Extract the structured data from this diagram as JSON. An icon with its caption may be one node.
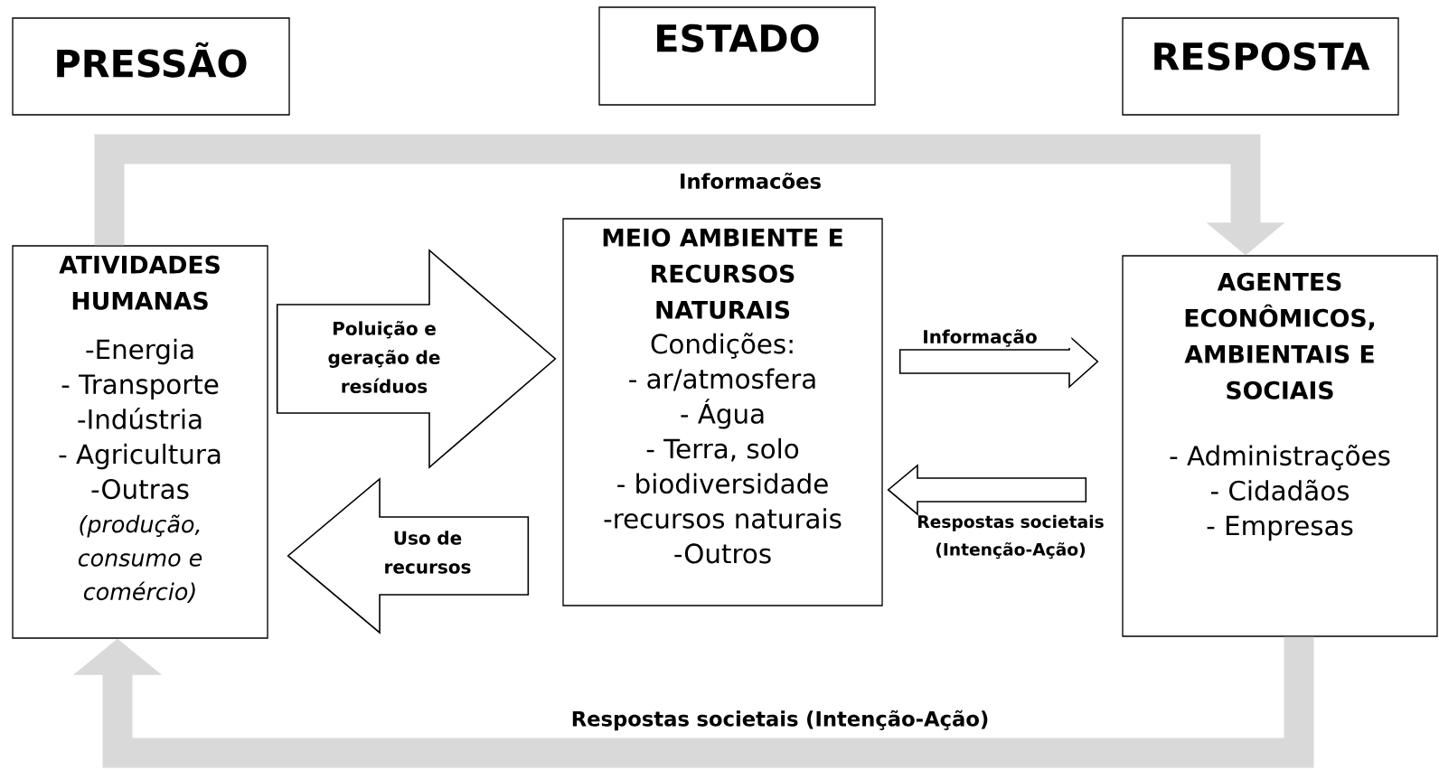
{
  "diagram": {
    "nodes": [
      {
        "text": [
          "PRESSÃO"
        ]
      },
      {
        "text": [
          "ESTADO"
        ]
      },
      {
        "text": [
          "RESPOSTA"
        ]
      },
      {
        "text": [
          "ATIVIDADES HUMANAS",
          "-Energia",
          "- Transporte",
          "-Indústria",
          "- Agricultura",
          "-Outras",
          "(produção, consumo e comércio)"
        ]
      },
      {
        "text": [
          "MEIO AMBIENTE E RECURSOS NATURAIS",
          "Condições:",
          "- ar/atmosfera",
          "- Água",
          "- Terra, solo",
          "- biodiversidade",
          "-recursos naturais",
          "-Outros"
        ]
      },
      {
        "text": [
          "AGENTES ECONÔMICOS, AMBIENTAIS E SOCIAIS",
          "- Administrações",
          "- Cidadãos",
          "- Empresas"
        ]
      }
    ],
    "edges": [
      {
        "from": 3,
        "to": 4,
        "arrow": "to",
        "label": "Poluição e geração de resíduos"
      },
      {
        "from": 4,
        "to": 3,
        "arrow": "to",
        "label": "Uso de recursos"
      },
      {
        "from": 4,
        "to": 5,
        "arrow": "to",
        "label": "Informação"
      },
      {
        "from": 5,
        "to": 4,
        "arrow": "to",
        "label": "Respostas societais (Intenção-Ação)"
      },
      {
        "from": 3,
        "to": 5,
        "arrow": "to",
        "label": "Informacões",
        "color": "#d9d9d9"
      },
      {
        "from": 5,
        "to": 3,
        "arrow": "to",
        "label": "Respostas societais (Intenção-Ação)",
        "color": "#d9d9d9"
      }
    ]
  }
}
